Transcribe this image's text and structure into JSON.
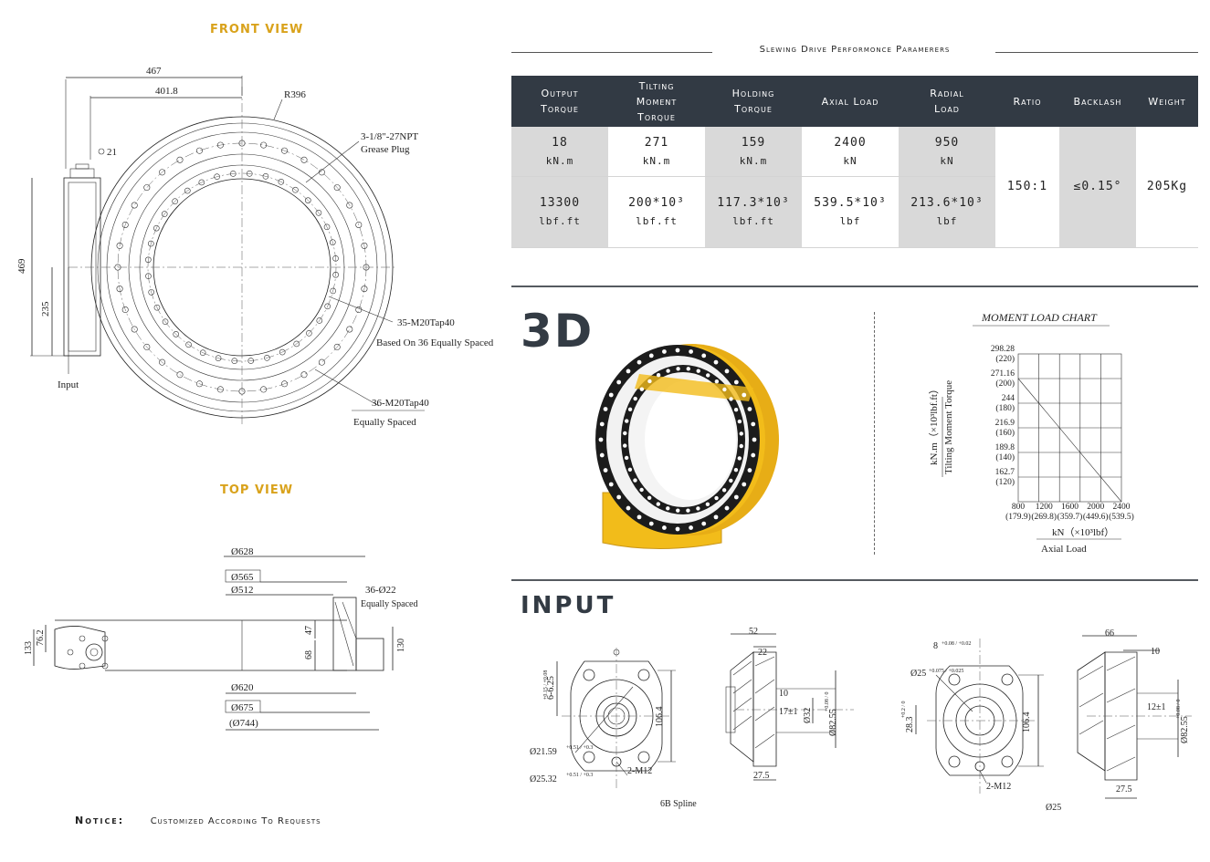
{
  "front_view": {
    "title": "FRONT VIEW",
    "dims": {
      "d467": "467",
      "d401": "401.8",
      "r396": "R396",
      "d21": "21",
      "npt": "3-1/8\"-27NPT",
      "grease": "Grease Plug",
      "d469": "469",
      "d235": "235",
      "input": "Input",
      "tap35": "35-M20Tap40",
      "tap35_note": "Based On 36 Equally Spaced",
      "tap36": "36-M20Tap40",
      "tap36_note": "Equally Spaced"
    }
  },
  "top_view": {
    "title": "TOP VIEW",
    "dims": {
      "d628": "Ø628",
      "d565": "Ø565",
      "d512": "Ø512",
      "d22": "36-Ø22",
      "d22_note": "Equally Spaced",
      "d762": "76.2",
      "d133": "133",
      "d47": "47",
      "d68": "68",
      "d130": "130",
      "d620": "Ø620",
      "d675": "Ø675",
      "d744": "(Ø744)"
    }
  },
  "performance": {
    "title": "Slewing Drive Performonce Paramerers",
    "headers": {
      "output_torque_1": "Output",
      "output_torque_2": "Torque",
      "tilting_1": "Tilting",
      "tilting_2": "Moment",
      "tilting_3": "Torque",
      "holding_1": "Holding",
      "holding_2": "Torque",
      "axial": "Axial Load",
      "radial_1": "Radial",
      "radial_2": "Load",
      "ratio": "Ratio",
      "backlash": "Backlash",
      "weight": "Weight"
    },
    "row_metric": {
      "output": "18",
      "output_u": "kN.m",
      "tilting": "271",
      "tilting_u": "kN.m",
      "holding": "159",
      "holding_u": "kN.m",
      "axial": "2400",
      "axial_u": "kN",
      "radial": "950",
      "radial_u": "kN"
    },
    "row_imperial": {
      "output": "13300",
      "output_u": "lbf.ft",
      "tilting": "200*10³",
      "tilting_u": "lbf.ft",
      "holding": "117.3*10³",
      "holding_u": "lbf.ft",
      "axial": "539.5*10³",
      "axial_u": "lbf",
      "radial": "213.6*10³",
      "radial_u": "lbf"
    },
    "ratio": "150:1",
    "backlash": "≤0.15°",
    "weight": "205Kg"
  },
  "section_3d": {
    "label": "3D"
  },
  "moment_chart": {
    "title": "MOMENT LOAD CHART",
    "y_ticks": [
      {
        "v": "298.28",
        "s": "(220)"
      },
      {
        "v": "271.16",
        "s": "(200)"
      },
      {
        "v": "244",
        "s": "(180)"
      },
      {
        "v": "216.9",
        "s": "(160)"
      },
      {
        "v": "189.8",
        "s": "(140)"
      },
      {
        "v": "162.7",
        "s": "(120)"
      }
    ],
    "x_ticks": [
      {
        "v": "800",
        "s": "(179.9)"
      },
      {
        "v": "1200",
        "s": "(269.8)"
      },
      {
        "v": "1600",
        "s": "(359.7)"
      },
      {
        "v": "2000",
        "s": "(449.6)"
      },
      {
        "v": "2400",
        "s": "(539.5)"
      }
    ],
    "y_label_1": "kN.m（×10³lbf.ft）",
    "y_label_2": "Tilting Moment Torque",
    "x_label_1": "kN（×10³lbf）",
    "x_label_2": "Axial Load"
  },
  "input_section": {
    "label": "INPUT",
    "left": {
      "d625": "6-6.25",
      "d625_tol": "+0.15 / +0.08",
      "d1064": "106.4",
      "d2159": "Ø21.59",
      "d2159_tol": "+0.51 / +0.3",
      "d2532": "Ø25.32",
      "d2532_tol": "+0.51 / +0.3",
      "m12": "2-M12",
      "caption": "6B Spline",
      "d52": "52",
      "d22": "22",
      "d10": "10",
      "d17": "17±1",
      "d32": "Ø32",
      "d825": "Ø82.55",
      "d825_tol": "+0.08 / 0",
      "d275": "27.5"
    },
    "right": {
      "d8": "8",
      "d8_tol": "+0.08 / +0.02",
      "d25": "Ø25",
      "d25_tol": "+0.075 / +0.025",
      "d283": "28.3",
      "d283_tol": "+0.2 / 0",
      "d1064": "106.4",
      "m12": "2-M12",
      "caption": "Ø25",
      "d66": "66",
      "d10": "10",
      "d12": "12±1",
      "d825": "Ø82.55",
      "d825_tol": "+0.08 / 0",
      "d275": "27.5"
    }
  },
  "notice": {
    "title": "Notice:",
    "text": "Customized According To Requests"
  },
  "colors": {
    "accent": "#d9a21b",
    "header_bg": "#323a44",
    "product_yellow": "#f2bc1a"
  }
}
